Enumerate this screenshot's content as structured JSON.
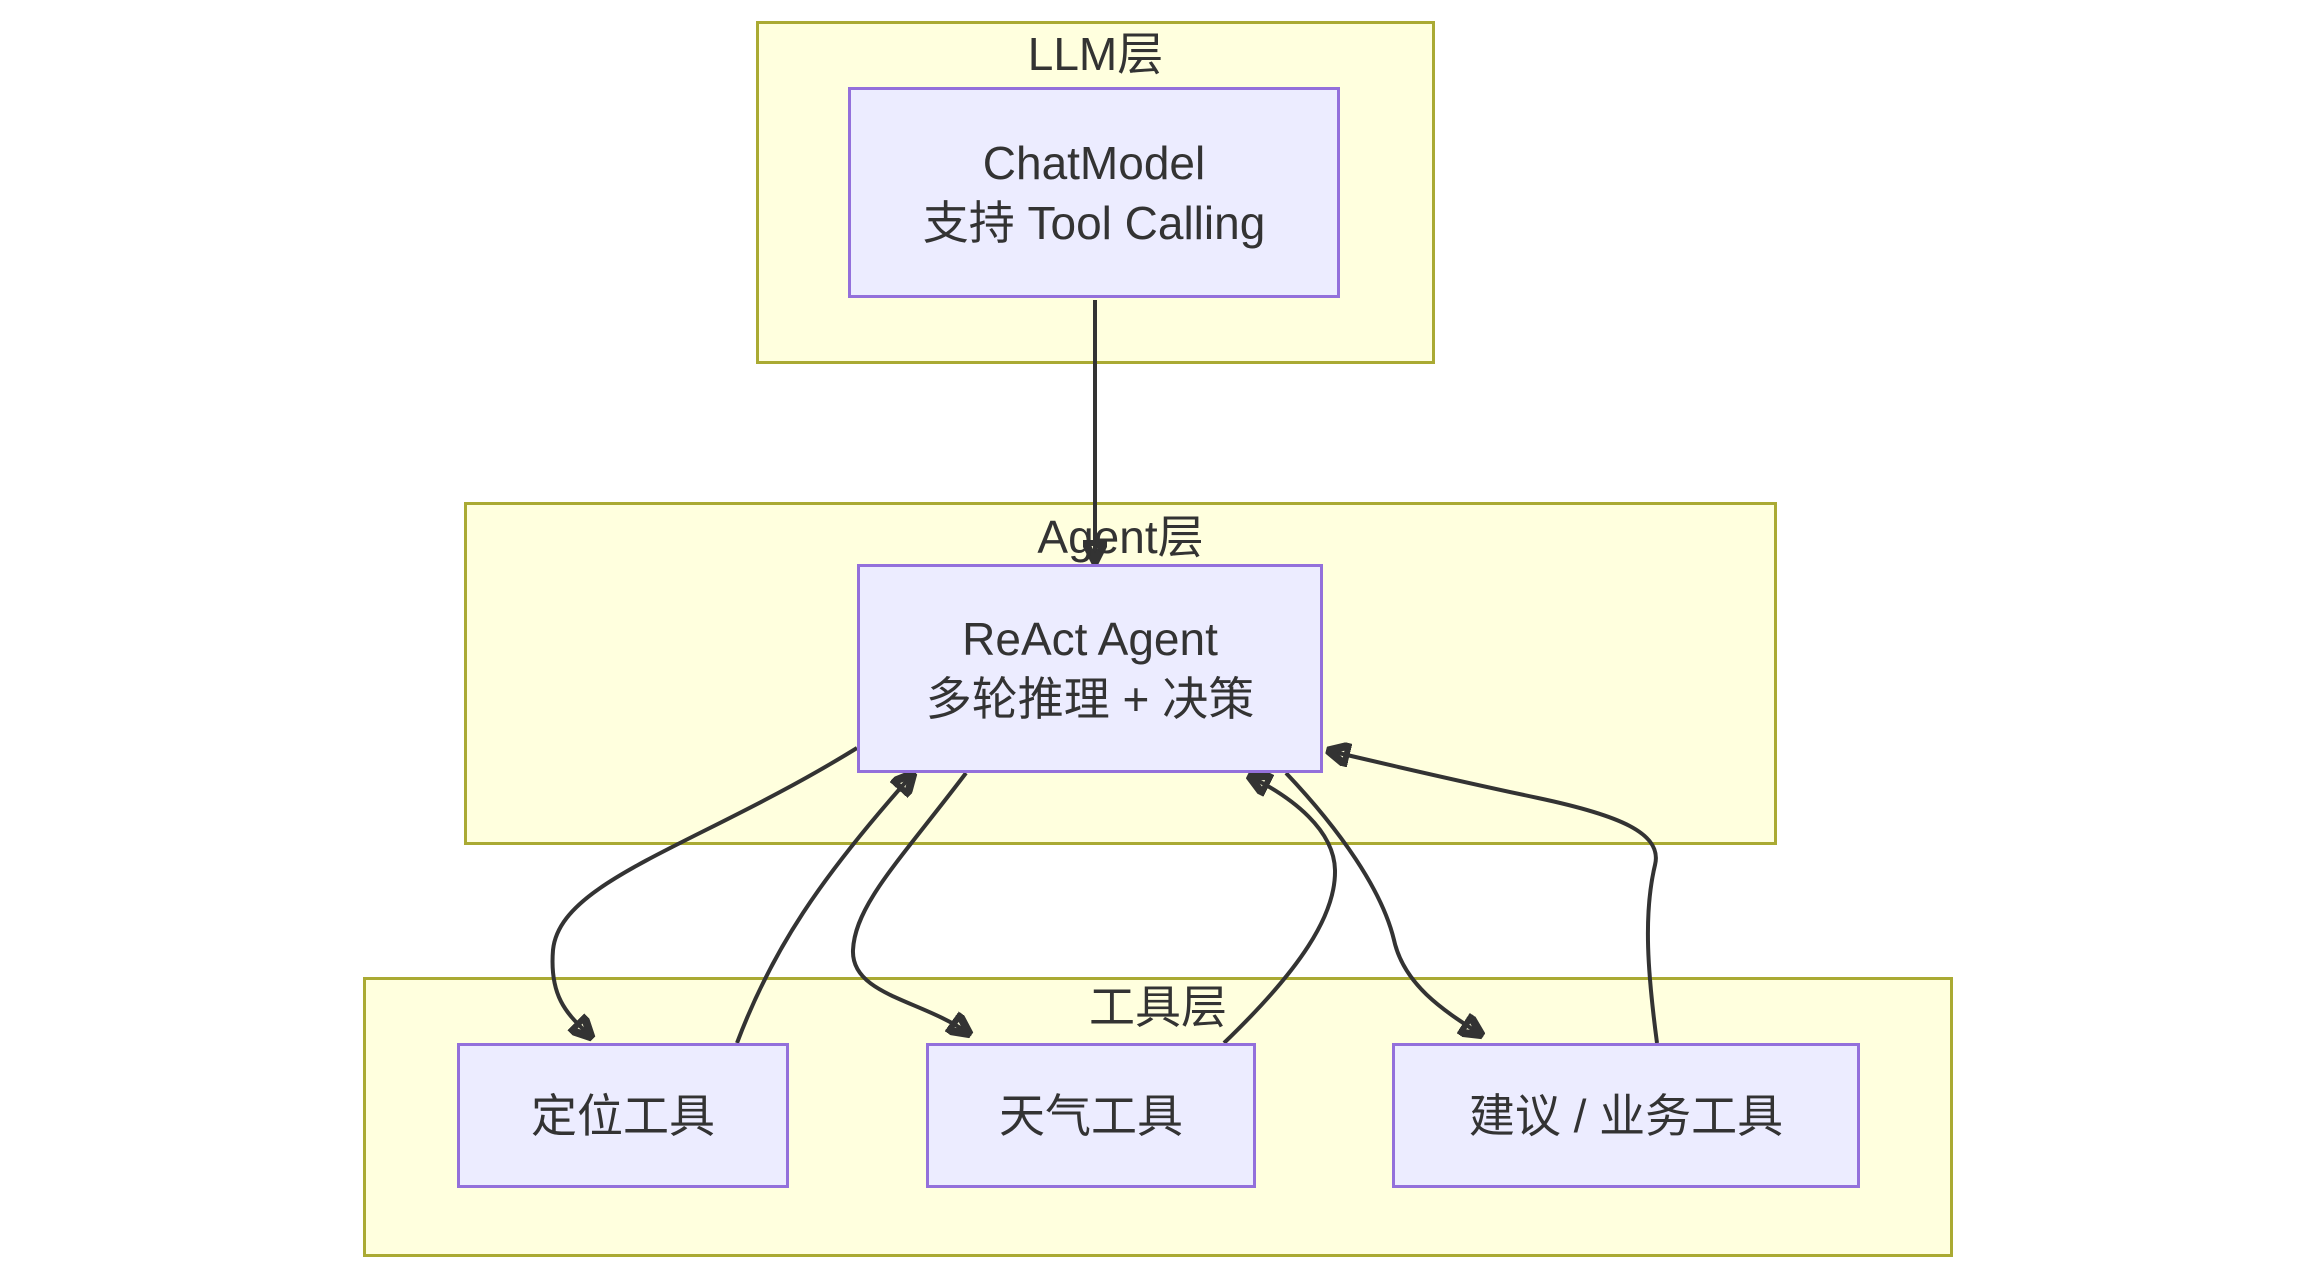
{
  "diagram": {
    "type": "layered-flowchart",
    "clusters": [
      {
        "id": "llm-layer",
        "label": "LLM层"
      },
      {
        "id": "agent-layer",
        "label": "Agent层"
      },
      {
        "id": "tool-layer",
        "label": "工具层"
      }
    ],
    "nodes": [
      {
        "id": "chat-model",
        "layer": "llm-layer",
        "lines": [
          "ChatModel",
          "支持 Tool Calling"
        ]
      },
      {
        "id": "react-agent",
        "layer": "agent-layer",
        "lines": [
          "ReAct Agent",
          "多轮推理 + 决策"
        ]
      },
      {
        "id": "locate-tool",
        "layer": "tool-layer",
        "lines": [
          "定位工具"
        ]
      },
      {
        "id": "weather-tool",
        "layer": "tool-layer",
        "lines": [
          "天气工具"
        ]
      },
      {
        "id": "advice-tool",
        "layer": "tool-layer",
        "lines": [
          "建议 / 业务工具"
        ]
      }
    ],
    "edges": [
      {
        "from": "chat-model",
        "to": "react-agent"
      },
      {
        "from": "react-agent",
        "to": "locate-tool"
      },
      {
        "from": "locate-tool",
        "to": "react-agent"
      },
      {
        "from": "react-agent",
        "to": "weather-tool"
      },
      {
        "from": "weather-tool",
        "to": "react-agent"
      },
      {
        "from": "react-agent",
        "to": "advice-tool"
      },
      {
        "from": "advice-tool",
        "to": "react-agent"
      }
    ],
    "colors": {
      "background": "#ffffff",
      "cluster_fill": "#ffffde",
      "cluster_border": "#aaaa33",
      "node_fill": "#ececff",
      "node_border": "#9370db",
      "edge": "#333333",
      "text": "#333333"
    }
  }
}
